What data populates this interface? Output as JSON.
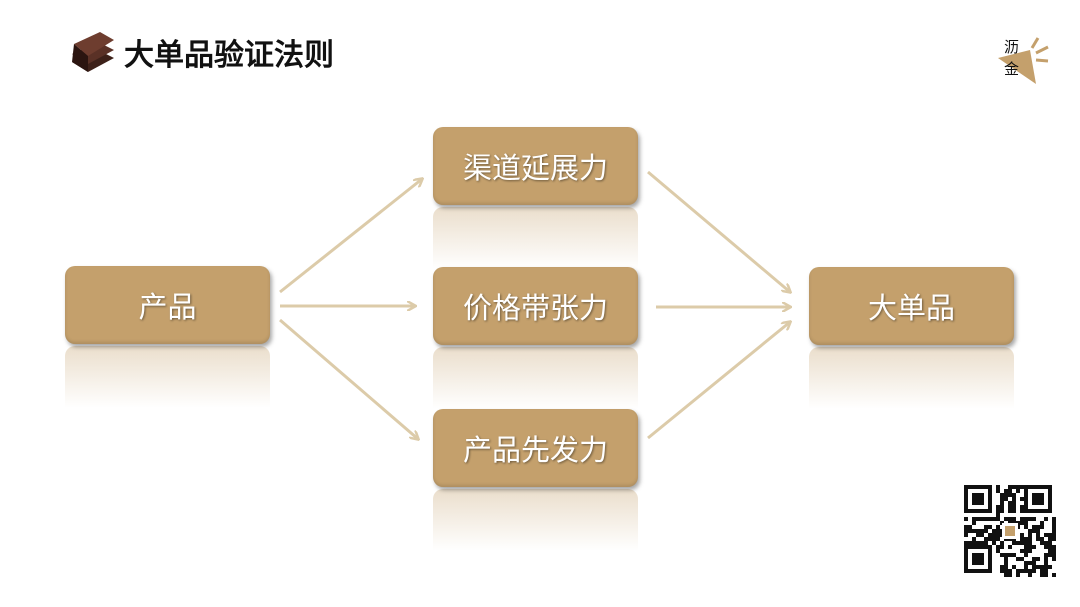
{
  "title": "大单品验证法则",
  "logo": {
    "text_top": "沥",
    "text_bottom": "金"
  },
  "nodes": {
    "source": "产品",
    "channel": "渠道延展力",
    "price": "价格带张力",
    "first": "产品先发力",
    "result": "大单品"
  },
  "colors": {
    "box": "#C4A06C",
    "arrow": "#DCCBA9"
  }
}
